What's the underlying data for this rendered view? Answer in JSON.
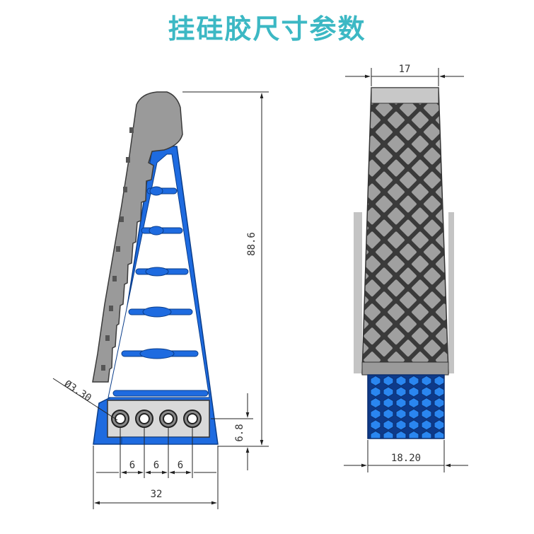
{
  "title": "挂硅胶尺寸参数",
  "front_view": {
    "hole_diameter_label": "Ø3.30",
    "height_label": "88.6",
    "base_height_label": "6.8",
    "hole_pitch_labels": [
      "6",
      "6",
      "6"
    ],
    "width_label": "32"
  },
  "side_view": {
    "top_width_label": "17",
    "bottom_width_label": "18.20"
  },
  "colors": {
    "title": "#3cb8c4",
    "blue_frame": "#1e6be0",
    "gray_body": "#9e9e9e",
    "hex_blue": "#1f7ae8"
  }
}
